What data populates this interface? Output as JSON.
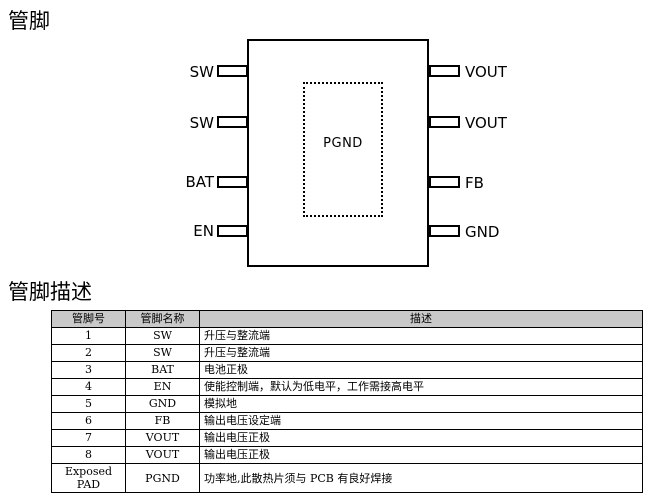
{
  "headings": {
    "pins": "管脚",
    "description": "管脚描述"
  },
  "package": {
    "pad_label": "PGND",
    "left_pins": [
      "SW",
      "SW",
      "BAT",
      "EN"
    ],
    "right_pins": [
      "VOUT",
      "VOUT",
      "FB",
      "GND"
    ]
  },
  "table": {
    "headers": [
      "管脚号",
      "管脚名称",
      "描述"
    ],
    "rows": [
      {
        "no": "1",
        "name": "SW",
        "desc": "升压与整流端"
      },
      {
        "no": "2",
        "name": "SW",
        "desc": "升压与整流端"
      },
      {
        "no": "3",
        "name": "BAT",
        "desc": "电池正极"
      },
      {
        "no": "4",
        "name": "EN",
        "desc": "使能控制端，默认为低电平，工作需接高电平"
      },
      {
        "no": "5",
        "name": "GND",
        "desc": "模拟地"
      },
      {
        "no": "6",
        "name": "FB",
        "desc": "输出电压设定端"
      },
      {
        "no": "7",
        "name": "VOUT",
        "desc": "输出电压正极"
      },
      {
        "no": "8",
        "name": "VOUT",
        "desc": "输出电压正极"
      },
      {
        "no_line1": "Exposed",
        "no_line2": "PAD",
        "name": "PGND",
        "desc": "功率地,此散热片须与 PCB 有良好焊接"
      }
    ]
  }
}
